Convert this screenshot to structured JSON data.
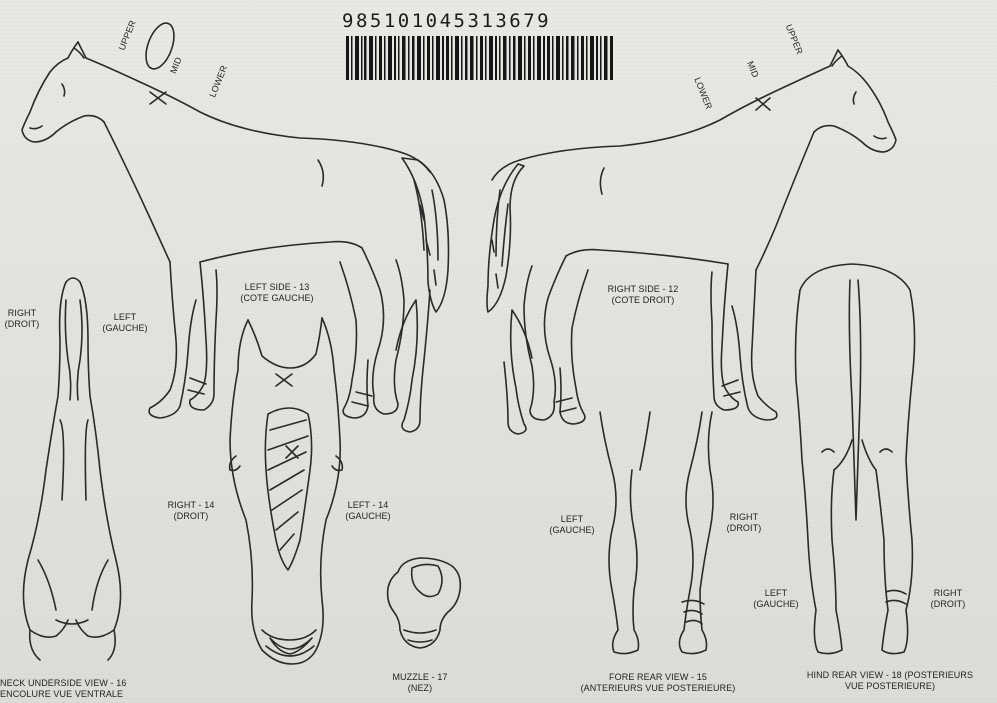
{
  "barcode": {
    "number": "985101045313679"
  },
  "labels": {
    "upper_left": "UPPER",
    "mid_left": "MID",
    "lower_left": "LOWER",
    "upper_right": "UPPER",
    "mid_right": "MID",
    "lower_right": "LOWER",
    "left_side_line1": "LEFT SIDE - 13",
    "left_side_line2": "(COTE GAUCHE)",
    "right_side_line1": "RIGHT SIDE - 12",
    "right_side_line2": "(COTE DROIT)",
    "neck_right_line1": "RIGHT",
    "neck_right_line2": "(DROIT)",
    "neck_left_line1": "LEFT",
    "neck_left_line2": "(GAUCHE)",
    "head_right_line1": "RIGHT - 14",
    "head_right_line2": "(DROIT)",
    "head_left_line1": "LEFT - 14",
    "head_left_line2": "(GAUCHE)",
    "fore_left_line1": "LEFT",
    "fore_left_line2": "(GAUCHE)",
    "fore_right_line1": "RIGHT",
    "fore_right_line2": "(DROIT)",
    "hind_left_line1": "LEFT",
    "hind_left_line2": "(GAUCHE)",
    "hind_right_line1": "RIGHT",
    "hind_right_line2": "(DROIT)",
    "neck_caption_line1": "NECK UNDERSIDE VIEW - 16",
    "neck_caption_line2": "ENCOLURE VUE VENTRALE",
    "muzzle_line1": "MUZZLE - 17",
    "muzzle_line2": "(NEZ)",
    "fore_caption_line1": "FORE REAR VIEW - 15",
    "fore_caption_line2": "(ANTERIEURS VUE POSTERIEURE)",
    "hind_caption_line1": "HIND REAR VIEW - 18 (POSTERIEURS",
    "hind_caption_line2": "VUE POSTERIEURE)"
  }
}
